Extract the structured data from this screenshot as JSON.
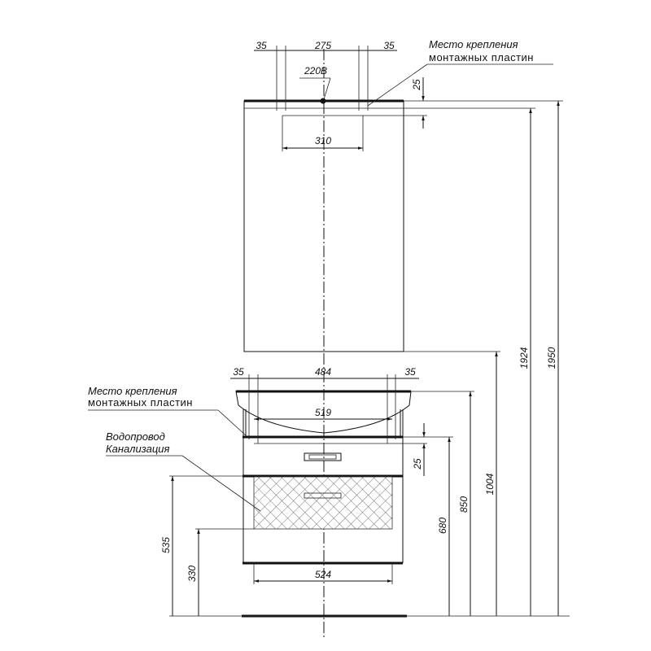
{
  "title_labels": {
    "mount_top_line1": "Место крепления",
    "mount_top_line2": "монтажных пластин",
    "power": "220В",
    "mount_bottom_line1": "Место крепления",
    "mount_bottom_line2": "монтажных пластин",
    "plumbing_line1": "Водопровод",
    "plumbing_line2": "Канализация"
  },
  "dimensions": {
    "top_left_offset": "35",
    "top_span": "275",
    "top_right_offset": "35",
    "mirror_mount_depth": "25",
    "mirror_mount_width": "310",
    "height_1924": "1924",
    "height_1950": "1950",
    "mirror_bottom_height": "1004",
    "vanity_left_offset": "35",
    "vanity_span": "484",
    "vanity_right_offset": "35",
    "basin_width": "519",
    "vanity_mount_depth": "25",
    "vanity_top_height": "850",
    "counter_height": "680",
    "plumbing_height": "535",
    "drain_height": "330",
    "cabinet_width": "524"
  }
}
